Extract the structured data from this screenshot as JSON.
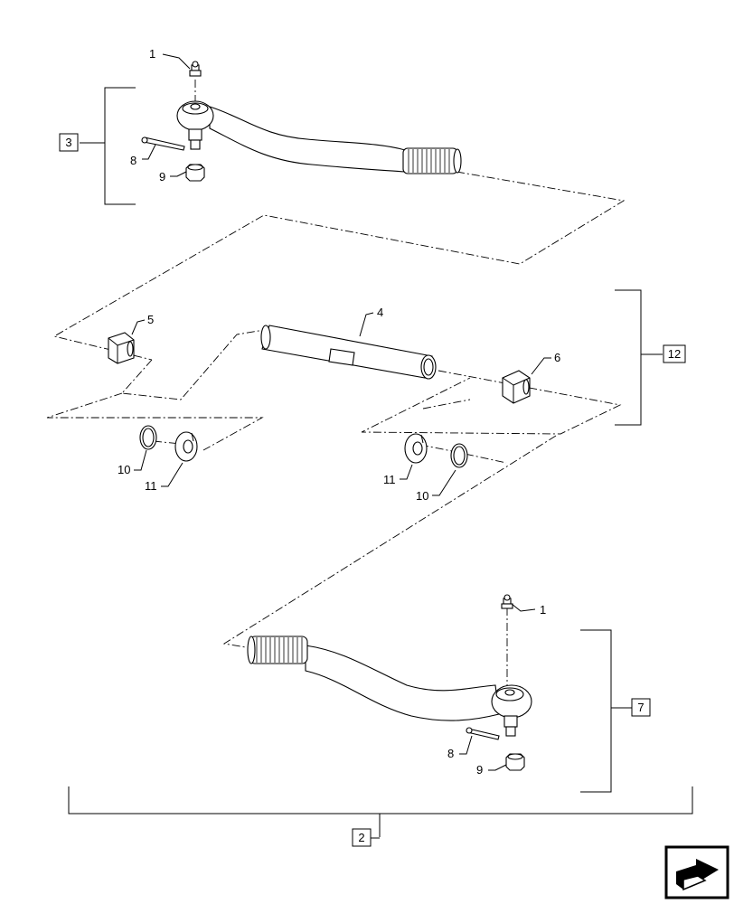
{
  "diagram": {
    "callouts": {
      "top_grease_fitting": "1",
      "top_cotter_pin": "8",
      "top_castle_nut": "9",
      "top_assembly_box": "3",
      "left_nut": "5",
      "tube": "4",
      "right_nut": "6",
      "tube_assembly_box": "12",
      "left_washer_plain": "10",
      "left_washer_lock": "11",
      "right_washer_lock": "11",
      "right_washer_plain": "10",
      "bottom_grease_fitting": "1",
      "bottom_assembly_box": "7",
      "bottom_cotter_pin": "8",
      "bottom_castle_nut": "9",
      "complete_assembly_box": "2"
    },
    "nav_icon": "next-page-arrow-icon"
  }
}
